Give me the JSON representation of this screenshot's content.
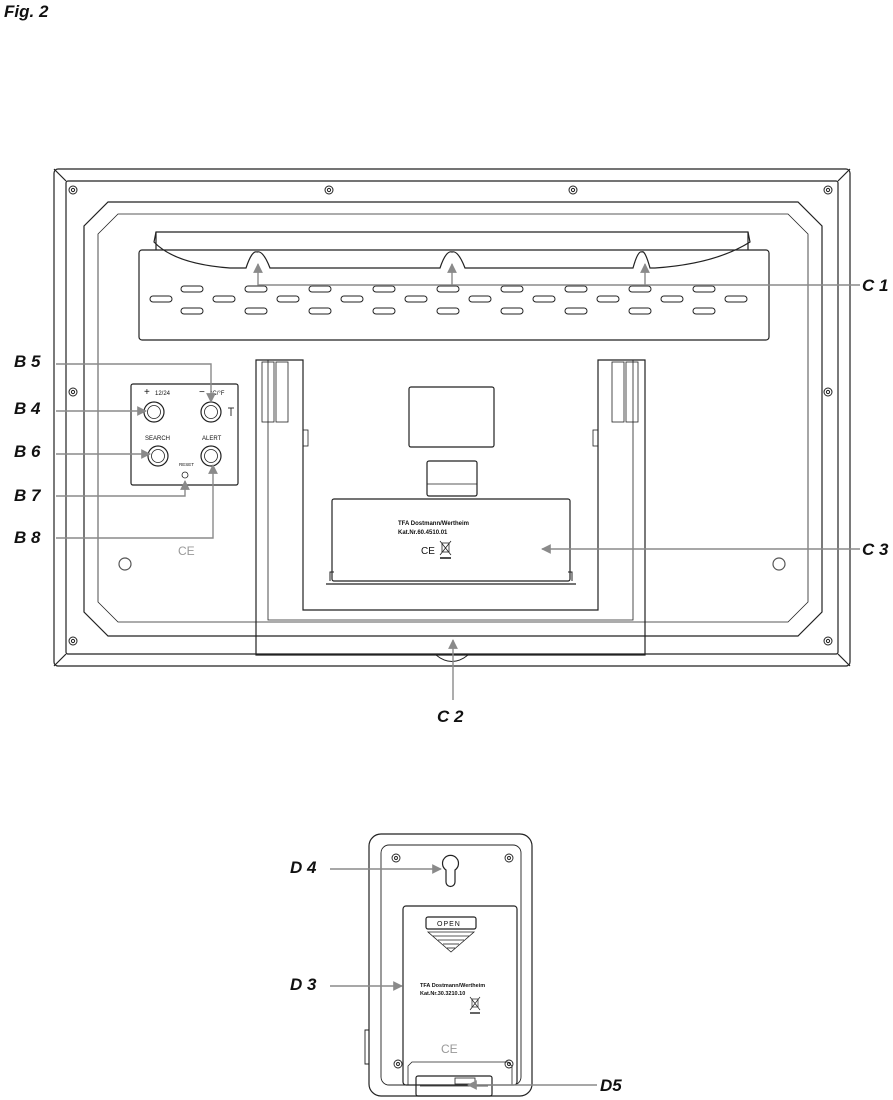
{
  "figure_title": "Fig. 2",
  "callouts": {
    "c1": "C 1",
    "c2": "C 2",
    "c3": "C 3",
    "b4": "B 4",
    "b5": "B 5",
    "b6": "B 6",
    "b7": "B 7",
    "b8": "B 8",
    "d3": "D 3",
    "d4": "D 4",
    "d5": "D5"
  },
  "base_station": {
    "button_labels": {
      "plus": "+",
      "time_format": "12/24",
      "minus": "−",
      "unit": "°C/°F",
      "search": "SEARCH",
      "alert": "ALERT",
      "reset": "RESET"
    },
    "battery_lid_text": [
      "TFA Dostmann/Wertheim",
      "Kat.Nr.60.4510.01"
    ],
    "ce_mark": "CE"
  },
  "sensor": {
    "open_label": "OPEN",
    "battery_lid_text": [
      "TFA Dostmann/Wertheim",
      "Kat.Nr.30.3210.10"
    ],
    "ce_mark": "CE"
  }
}
